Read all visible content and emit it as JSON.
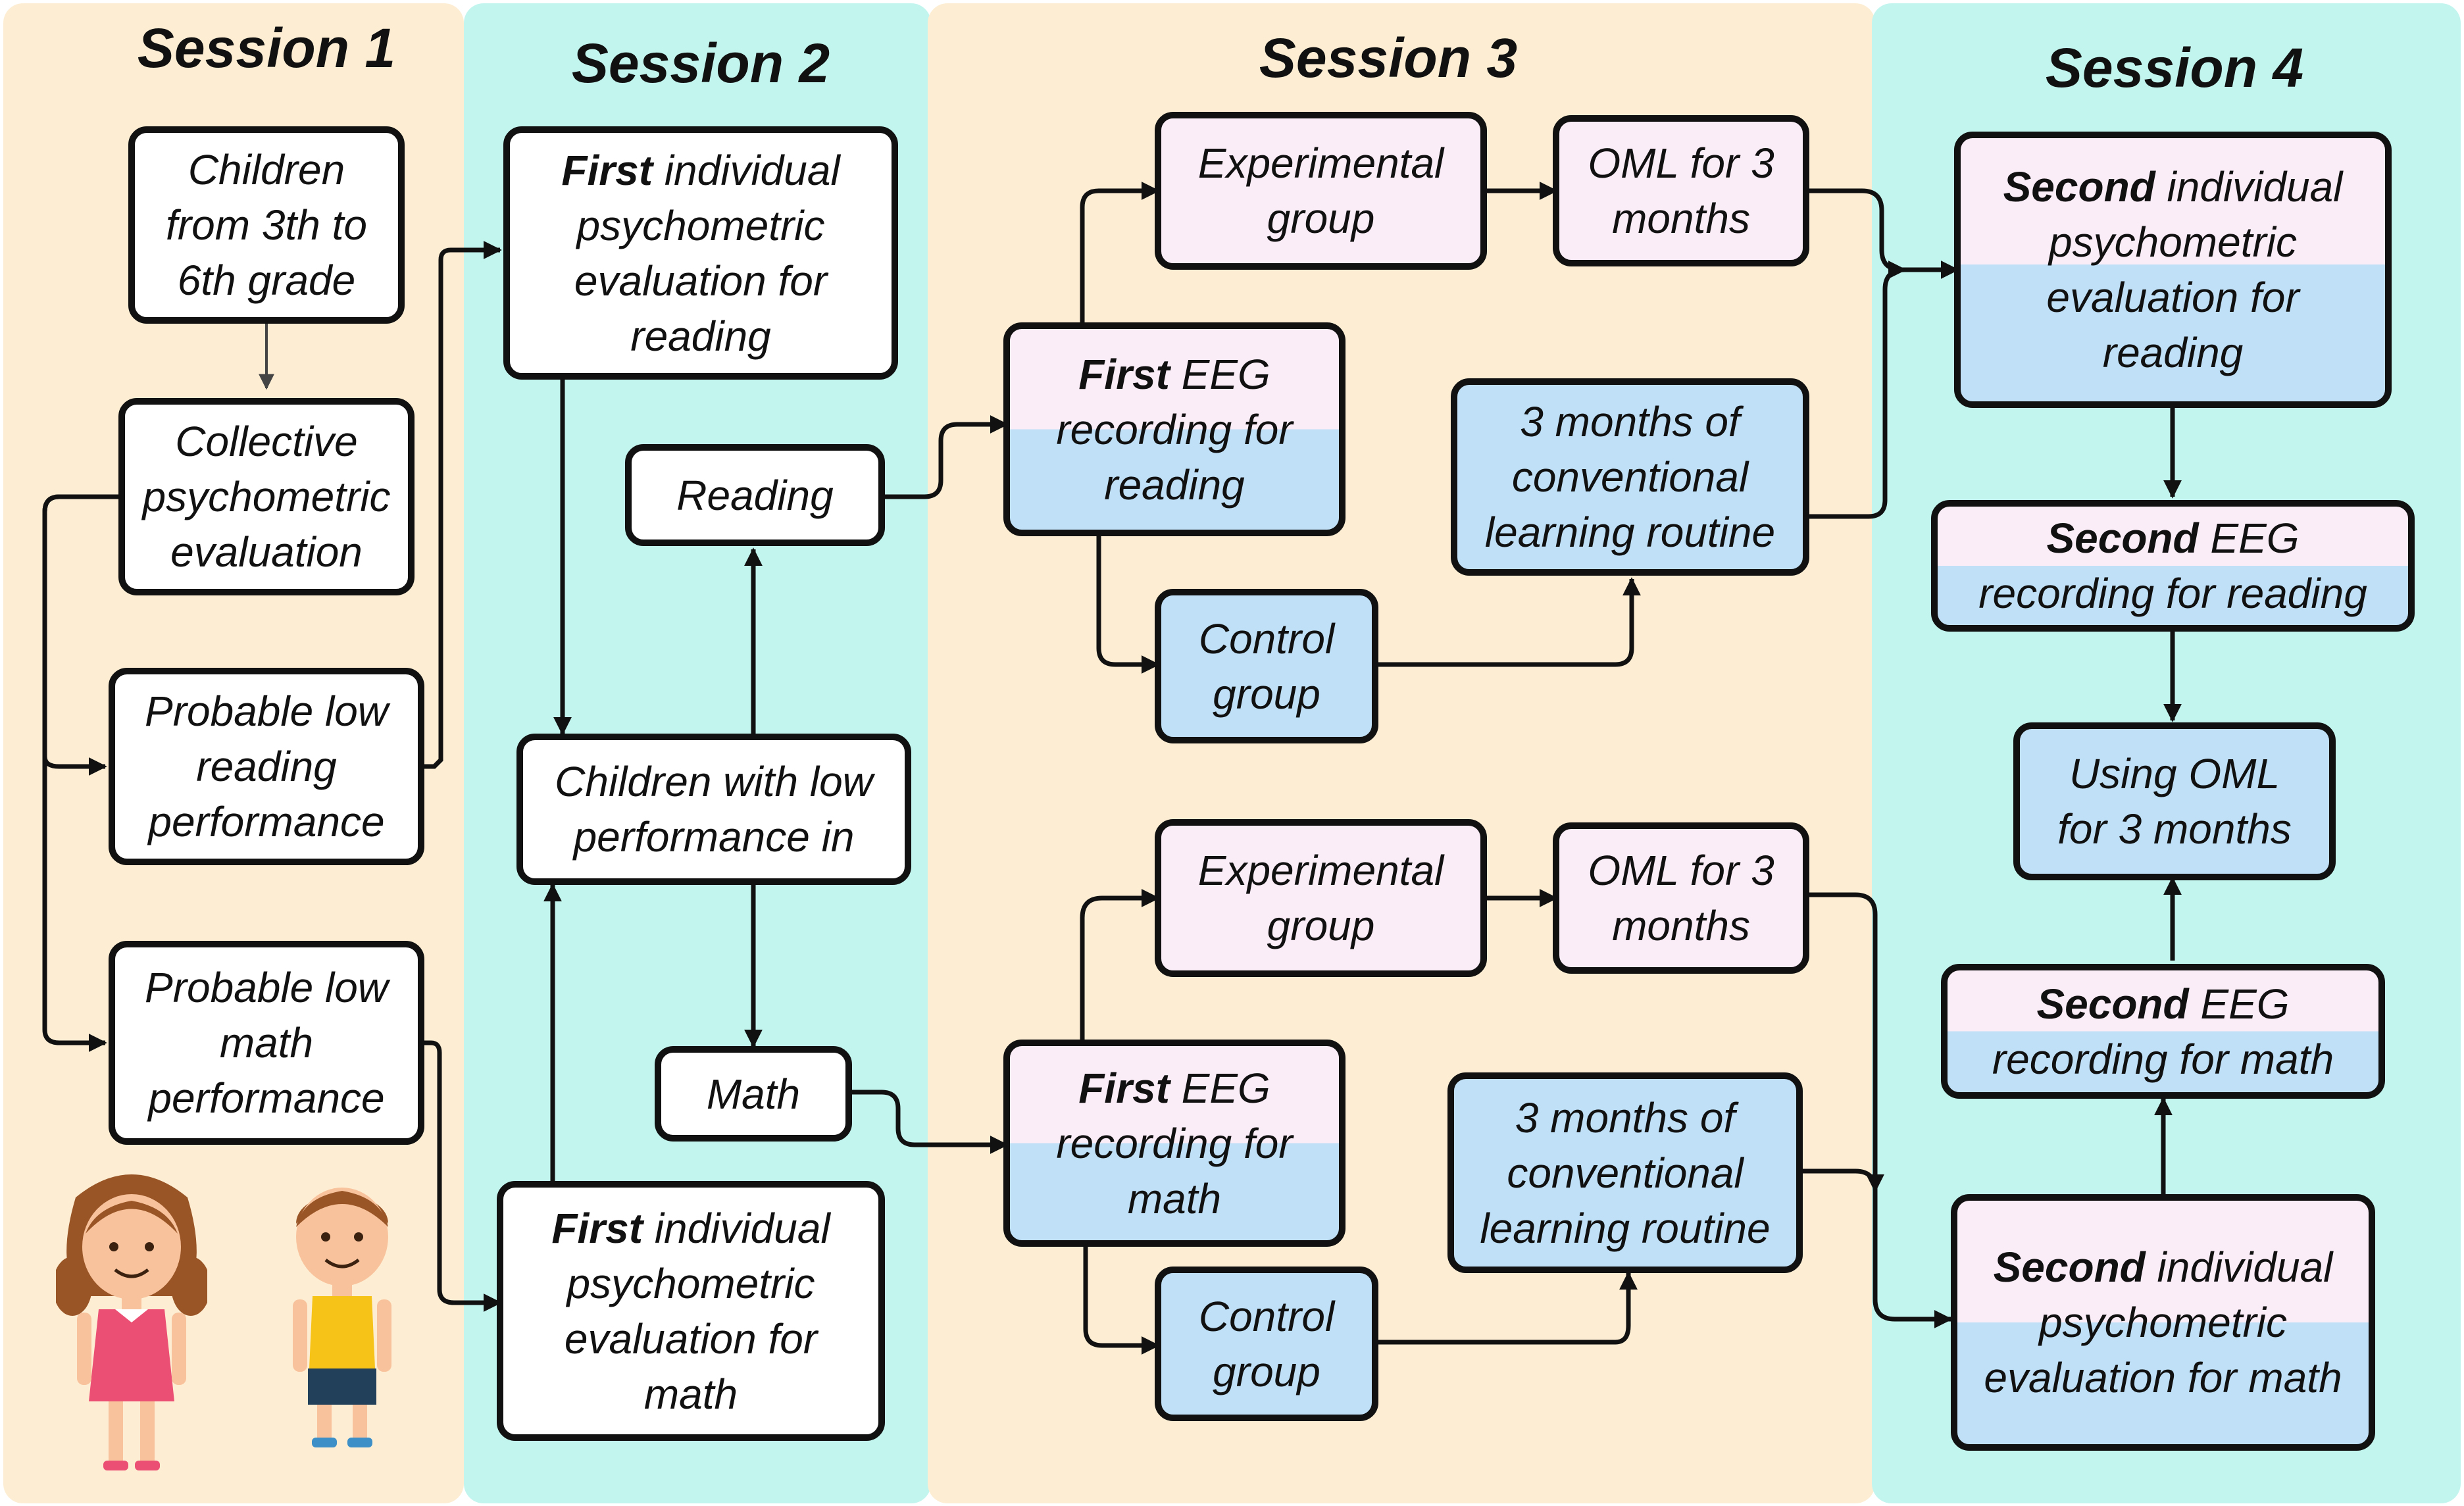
{
  "sessions": [
    {
      "title": "Session 1",
      "color": "#fdeed3"
    },
    {
      "title": "Session 2",
      "color": "#c3f5ef"
    },
    {
      "title": "Session 3",
      "color": "#fdeed3"
    },
    {
      "title": "Session 4",
      "color": "#c3f5ef"
    }
  ],
  "nodes": {
    "children": [
      "Children",
      "from 3th to",
      "6th grade"
    ],
    "collective": [
      "Collective",
      "psychometric",
      "evaluation"
    ],
    "low_reading": [
      "Probable low",
      "reading",
      "performance"
    ],
    "low_math": [
      "Probable low",
      "math",
      "performance"
    ],
    "first_eval_reading": {
      "bold": "First",
      "rest": " individual",
      "lines": [
        "psychometric",
        "evaluation for",
        "reading"
      ]
    },
    "first_eval_math": {
      "bold": "First",
      "rest": " individual",
      "lines": [
        "psychometric",
        "evaluation for",
        "math"
      ]
    },
    "reading": "Reading",
    "math": "Math",
    "children_low": [
      "Children with low",
      "performance in"
    ],
    "exp_group_r": [
      "Experimental",
      "group"
    ],
    "oml_r": [
      "OML for 3",
      "months"
    ],
    "eeg_first_r": {
      "bold": "First",
      "rest": " EEG",
      "lines": [
        "recording for",
        "reading"
      ]
    },
    "conv_r": [
      "3 months of",
      "conventional",
      "learning routine"
    ],
    "ctrl_r": [
      "Control",
      "group"
    ],
    "exp_group_m": [
      "Experimental",
      "group"
    ],
    "oml_m": [
      "OML for 3",
      "months"
    ],
    "eeg_first_m": {
      "bold": "First",
      "rest": " EEG",
      "lines": [
        "recording for",
        "math"
      ]
    },
    "conv_m": [
      "3 months of",
      "conventional",
      "learning routine"
    ],
    "ctrl_m": [
      "Control",
      "group"
    ],
    "second_eval_r": {
      "bold": "Second",
      "rest": " individual",
      "lines": [
        "psychometric",
        "evaluation for",
        "reading"
      ]
    },
    "second_eeg_r": {
      "bold": "Second",
      "rest": " EEG",
      "lines": [
        "recording for reading"
      ]
    },
    "using_oml": [
      "Using OML",
      "for 3 months"
    ],
    "second_eeg_m": {
      "bold": "Second",
      "rest": " EEG",
      "lines": [
        "recording for math"
      ]
    },
    "second_eval_m": {
      "bold": "Second",
      "rest": " individual",
      "lines": [
        "psychometric",
        "evaluation for math"
      ]
    }
  },
  "colors": {
    "pink_box": "#fbedf7",
    "blue_box": "#bfe0f6",
    "arrow": "#111111"
  }
}
